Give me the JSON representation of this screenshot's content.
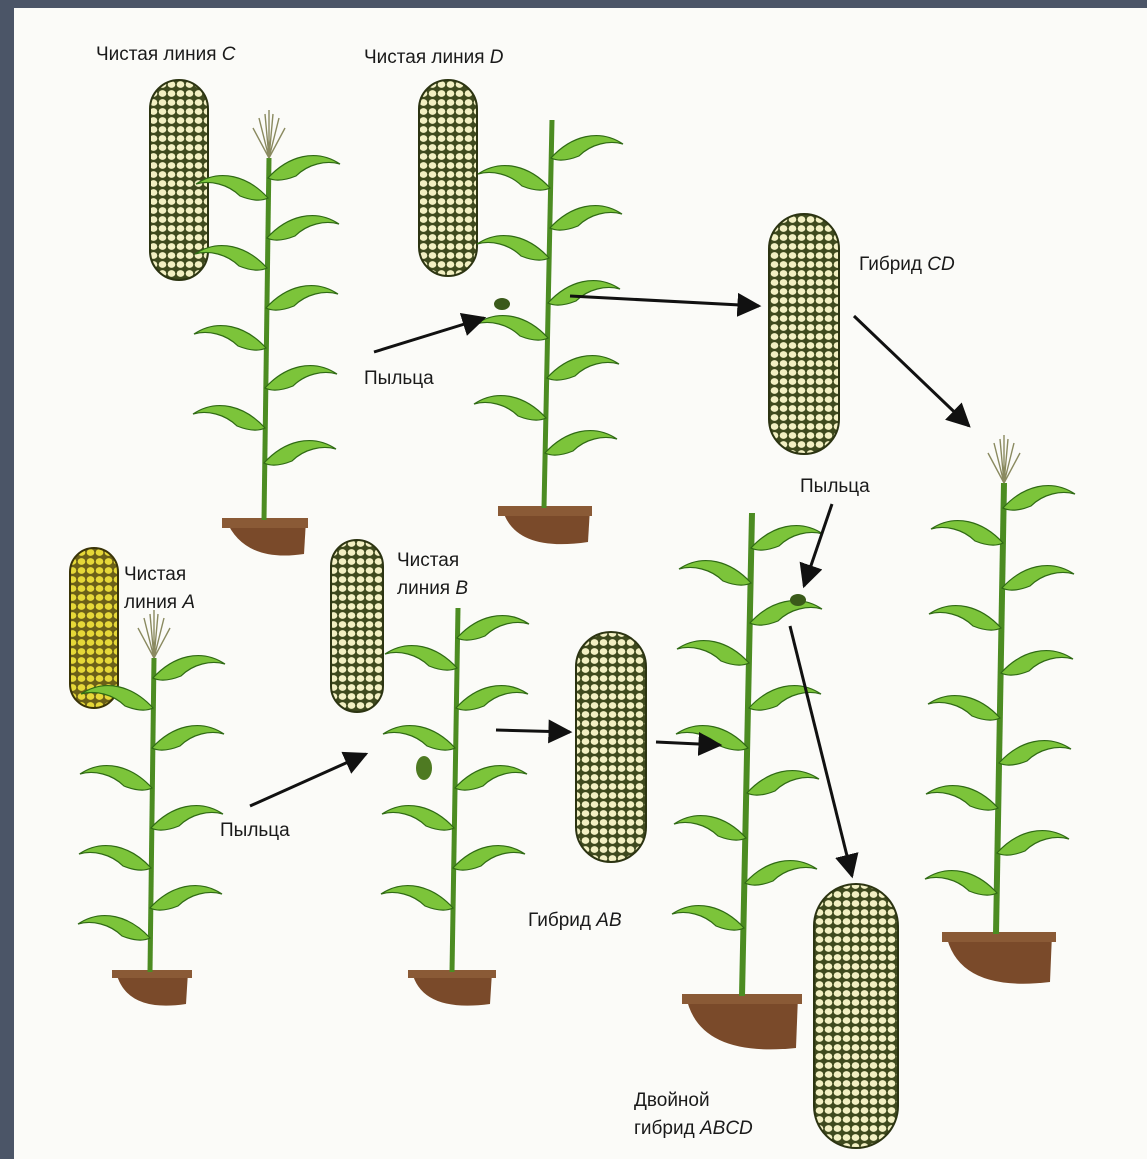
{
  "labels": {
    "line_c": "Чистая линия",
    "line_c_letter": "C",
    "line_d": "Чистая линия",
    "line_d_letter": "D",
    "line_a_1": "Чистая",
    "line_a_2": "линия",
    "line_a_letter": "A",
    "line_b_1": "Чистая",
    "line_b_2": "линия",
    "line_b_letter": "B",
    "hybrid_cd": "Гибрид",
    "hybrid_cd_letters": "CD",
    "hybrid_ab": "Гибрид",
    "hybrid_ab_letters": "AB",
    "double_1": "Двойной",
    "double_2": "гибрид",
    "double_letters": "ABCD",
    "pollen_top": "Пыльца",
    "pollen_bottom": "Пыльца",
    "pollen_right": "Пыльца"
  },
  "colors": {
    "leaf": "#7cc43a",
    "leaf_dark": "#3f7d1e",
    "kernel_pale": "#f4f0c4",
    "kernel_yellow": "#e8dc3c",
    "soil": "#7a4a2a",
    "arrow": "#111111"
  }
}
